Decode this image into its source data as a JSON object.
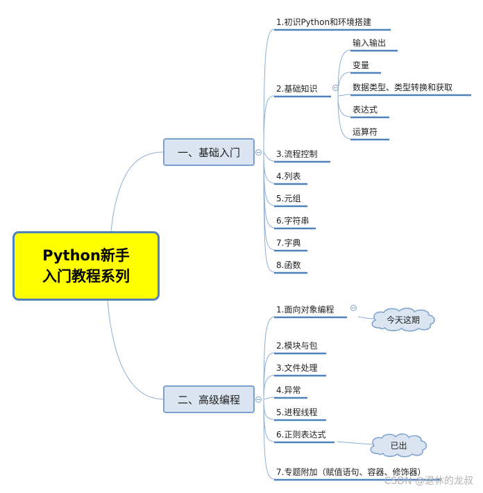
{
  "root": {
    "lines": [
      "Python新手",
      "入门教程系列"
    ]
  },
  "branches": [
    {
      "label": "一、基础入门",
      "children": [
        {
          "label": "1.初识Python和环境搭建"
        },
        {
          "label": "2.基础知识",
          "children": [
            "输入输出",
            "变量",
            "数据类型、类型转换和获取",
            "表达式",
            "运算符"
          ]
        },
        {
          "label": "3.流程控制"
        },
        {
          "label": "4.列表"
        },
        {
          "label": "5.元组"
        },
        {
          "label": "6.字符串"
        },
        {
          "label": "7.字典"
        },
        {
          "label": "8.函数"
        }
      ]
    },
    {
      "label": "二、高级编程",
      "children": [
        {
          "label": "1.面向对象编程",
          "callout": "今天这期"
        },
        {
          "label": "2.模块与包"
        },
        {
          "label": "3.文件处理"
        },
        {
          "label": "4.异常"
        },
        {
          "label": "5.进程线程"
        },
        {
          "label": "6.正则表达式",
          "callout": "已出"
        },
        {
          "label": "7.专题附加（赋值语句、容器、修饰器）"
        }
      ]
    }
  ],
  "watermark": "CSDN @退休的龙叔",
  "colors": {
    "line": "#7ba0cd",
    "underline": "#4f81bd",
    "root_fill": "#ffff00",
    "branch_fill": "#dbe5f1"
  }
}
